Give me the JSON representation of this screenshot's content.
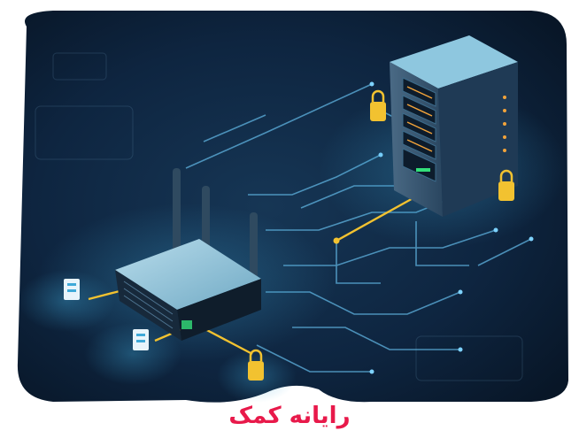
{
  "brand": {
    "name": "رایانه کمک",
    "color": "#e8194a"
  },
  "scene": {
    "background_color": "#0b1a2e",
    "accent_color": "#4fc3f7",
    "connector_color": "#f2c230",
    "objects": [
      "router",
      "server-rack",
      "padlock-icon",
      "network-lines"
    ]
  }
}
